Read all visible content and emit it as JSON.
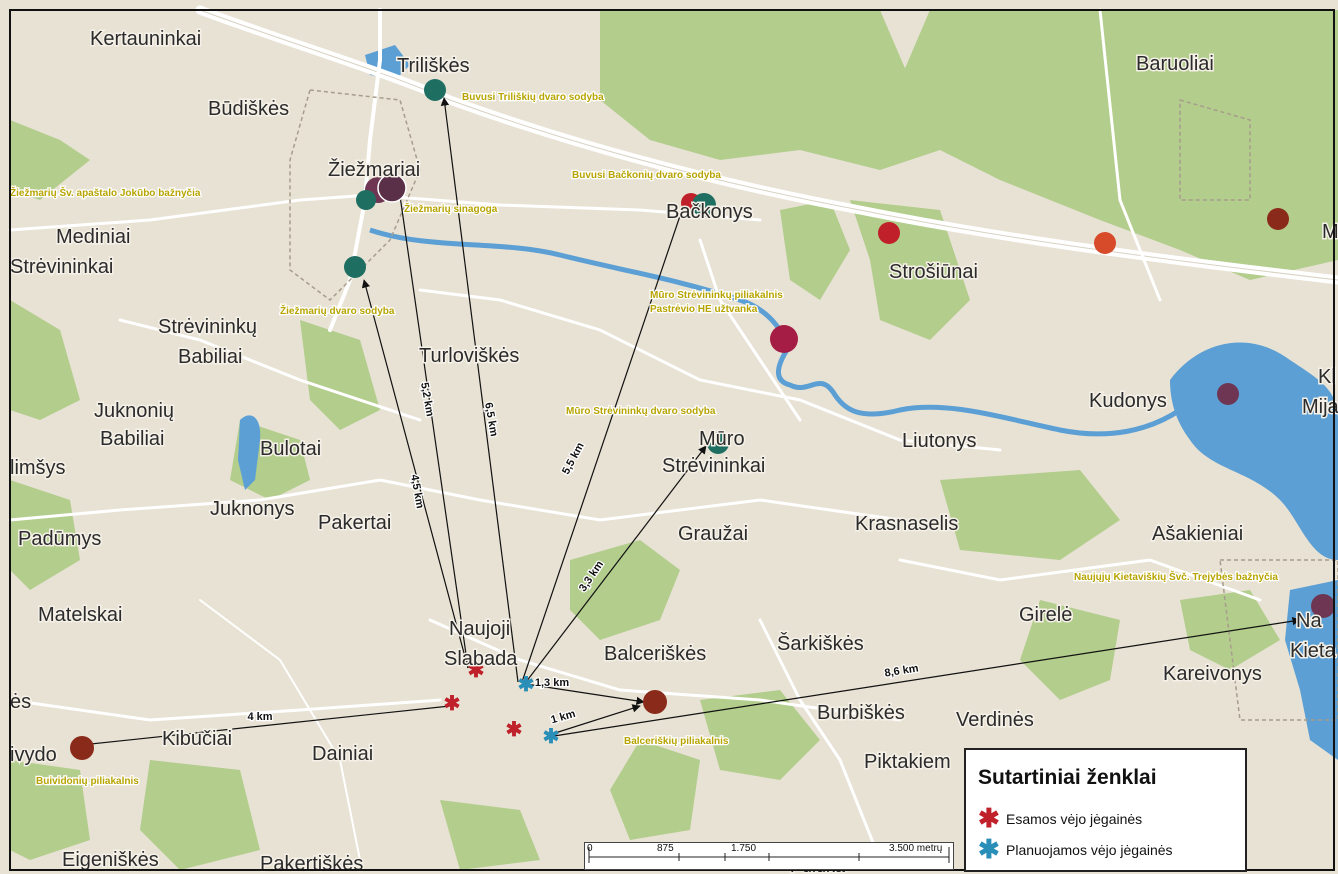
{
  "places": [
    {
      "id": "kertauninkai",
      "name": "Kertauninkai"
    },
    {
      "id": "triliskes",
      "name": "Triliškės"
    },
    {
      "id": "baruoliai",
      "name": "Baruoliai"
    },
    {
      "id": "budiskes",
      "name": "Būdiškės"
    },
    {
      "id": "ziezmariai",
      "name": "Žiežmariai"
    },
    {
      "id": "baconys",
      "name": "Bačkonys"
    },
    {
      "id": "m_edge",
      "name": "M"
    },
    {
      "id": "mediniai",
      "name": "Mediniai"
    },
    {
      "id": "streivininkai1",
      "name": "Strėvininkai"
    },
    {
      "id": "strosiunai",
      "name": "Strošiūnai"
    },
    {
      "id": "streivininku",
      "name": "Strėvininkų"
    },
    {
      "id": "babiliai1",
      "name": "Babiliai"
    },
    {
      "id": "turloviskes",
      "name": "Turloviškės"
    },
    {
      "id": "kl_edge",
      "name": "Kl"
    },
    {
      "id": "kudonys",
      "name": "Kudonys"
    },
    {
      "id": "mija_edge",
      "name": "Mija"
    },
    {
      "id": "juknoniu",
      "name": "Juknonių"
    },
    {
      "id": "babiliai2",
      "name": "Babiliai"
    },
    {
      "id": "muro",
      "name": "Mūro"
    },
    {
      "id": "streivininkai2",
      "name": "Strėvininkai"
    },
    {
      "id": "liutonys",
      "name": "Liutonys"
    },
    {
      "id": "bulotai",
      "name": "Bulotai"
    },
    {
      "id": "limsys",
      "name": "limšys"
    },
    {
      "id": "juknonys",
      "name": "Juknonys"
    },
    {
      "id": "padumys",
      "name": "Padūmys"
    },
    {
      "id": "pakertai",
      "name": "Pakertai"
    },
    {
      "id": "grauzai",
      "name": "Graužai"
    },
    {
      "id": "krasnaselis",
      "name": "Krasnaselis"
    },
    {
      "id": "asakieniai",
      "name": "Ašakieniai"
    },
    {
      "id": "matelskai",
      "name": "Matelskai"
    },
    {
      "id": "naujoji",
      "name": "Naujoji"
    },
    {
      "id": "slabada",
      "name": "Slabada"
    },
    {
      "id": "girele",
      "name": "Girelė"
    },
    {
      "id": "balceriskes",
      "name": "Balceriškės"
    },
    {
      "id": "sarkiskes",
      "name": "Šarkiškės"
    },
    {
      "id": "na_edge",
      "name": "Na"
    },
    {
      "id": "kieta_edge",
      "name": "Kieta"
    },
    {
      "id": "kareivonys",
      "name": "Kareivonys"
    },
    {
      "id": "es_edge",
      "name": "ės"
    },
    {
      "id": "burbiskes",
      "name": "Burbiškės"
    },
    {
      "id": "verdines",
      "name": "Verdinės"
    },
    {
      "id": "kibuciai",
      "name": "Kibučiai"
    },
    {
      "id": "ivydo",
      "name": "ivydo"
    },
    {
      "id": "dainiai",
      "name": "Dainiai"
    },
    {
      "id": "piktakiem",
      "name": "Piktakiem"
    },
    {
      "id": "eigeniskes",
      "name": "Eigeniškės"
    },
    {
      "id": "pakertiskes",
      "name": "Pakertiškės"
    },
    {
      "id": "puluka",
      "name": "Puluka"
    }
  ],
  "pois": [
    {
      "id": "triliskiu_dvaras",
      "label": "Buvusi Triliškių dvaro sodyba"
    },
    {
      "id": "bazn",
      "label": "Žiežmarių Šv. apaštalo Jokūbo bažnyčia"
    },
    {
      "id": "sinagoga",
      "label": "Žiežmarių sinagoga"
    },
    {
      "id": "backoniu",
      "label": "Buvusi Bačkonių dvaro sodyba"
    },
    {
      "id": "ziezmariu_dvaras",
      "label": "Žiežmarių dvaro sodyba"
    },
    {
      "id": "muro_piliakalnis",
      "label": "Mūro Strėvininkų piliakalnis"
    },
    {
      "id": "pastrevio",
      "label": "Pastrėvio HE užtvanka"
    },
    {
      "id": "muro_dvaras",
      "label": "Mūro Strėvininkų dvaro sodyba"
    },
    {
      "id": "naujuju_kiet",
      "label": "Naujųjų Kietaviškių Švč. Trejybės bažnyčia"
    },
    {
      "id": "balceriskiu",
      "label": "Balceriškių piliakalnis"
    },
    {
      "id": "buividoniu",
      "label": "Buividonių piliakalnis"
    }
  ],
  "distances": [
    {
      "id": "d1",
      "label": "6,5 km"
    },
    {
      "id": "d2",
      "label": "5,2 km"
    },
    {
      "id": "d3",
      "label": "4,5 km"
    },
    {
      "id": "d4",
      "label": "5,5 km"
    },
    {
      "id": "d5",
      "label": "3,3 km"
    },
    {
      "id": "d6",
      "label": "1,3 km"
    },
    {
      "id": "d7",
      "label": "1 km"
    },
    {
      "id": "d8",
      "label": "4 km"
    },
    {
      "id": "d9",
      "label": "8,6 km"
    }
  ],
  "legend": {
    "title": "Sutartiniai ženklai",
    "existing": "Esamos vėjo jėgainės",
    "planned": "Planuojamos vėjo jėgainės",
    "existing_color": "#c0202a",
    "planned_color": "#2a8fb8"
  },
  "scale": {
    "labels": [
      "0",
      "875",
      "1.750",
      "3.500 metrų"
    ]
  },
  "colors": {
    "land": "#e8e2d4",
    "forest": "#b2cd8c",
    "water": "#5b9fd4",
    "road": "#ffffff",
    "poi_label": "#b7a400"
  }
}
